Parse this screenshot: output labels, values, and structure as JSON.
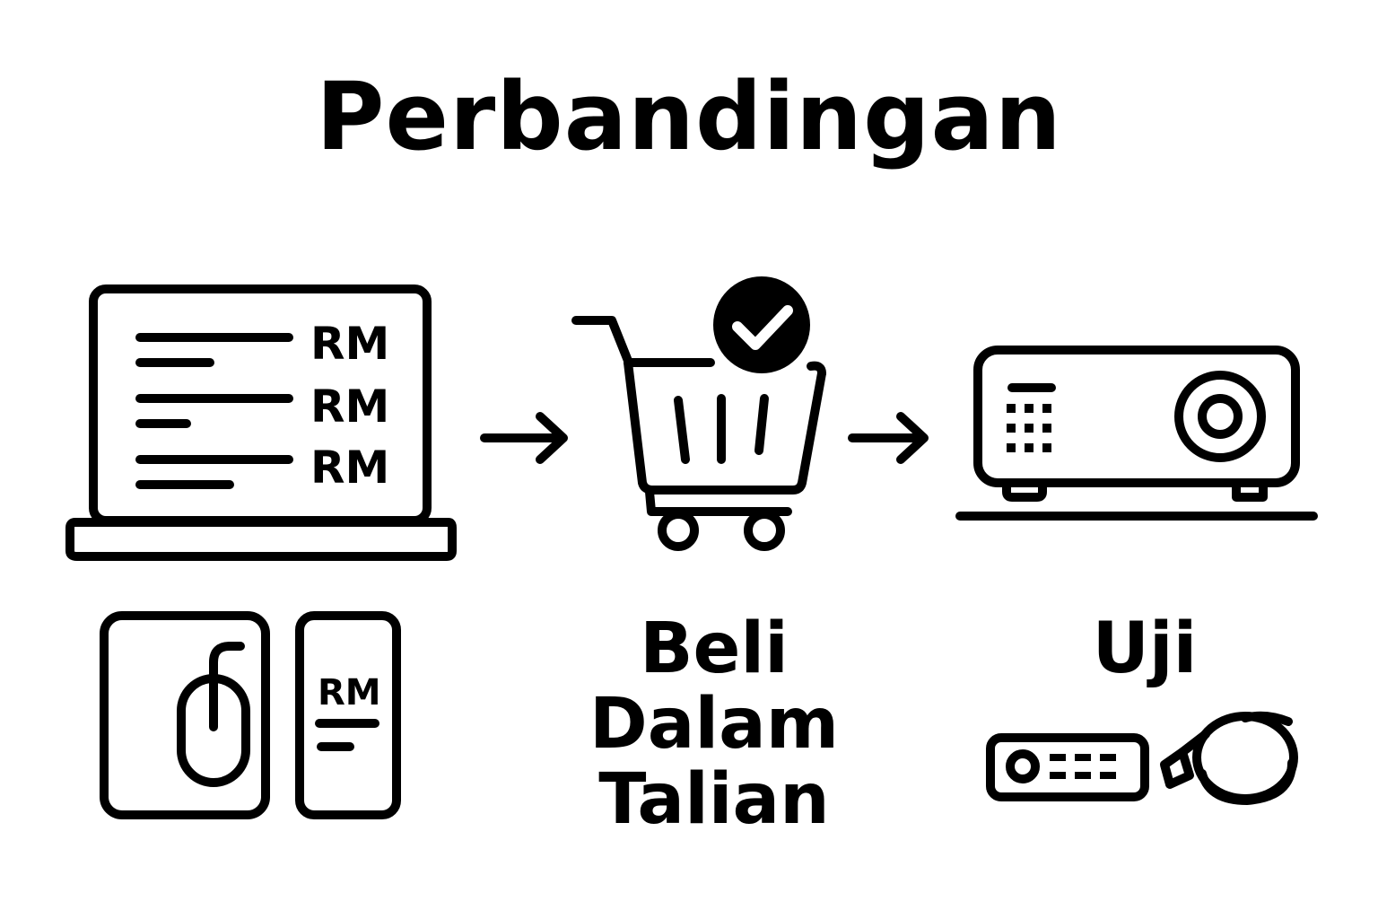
{
  "title": "Perbandingan",
  "comparison": {
    "price_labels": [
      "RM",
      "RM",
      "RM"
    ],
    "receipt_price_label": "RM"
  },
  "purchase": {
    "label_lines": [
      "Beli",
      "Dalam",
      "Talian"
    ]
  },
  "test": {
    "label": "Uji"
  },
  "colors": {
    "stroke": "#000000",
    "background": "#ffffff"
  }
}
